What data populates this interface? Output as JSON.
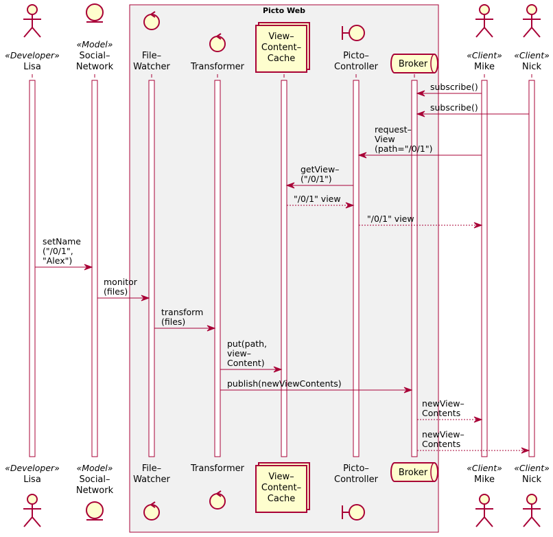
{
  "diagram": {
    "type": "uml-sequence",
    "box": {
      "title": "Picto Web"
    },
    "participants": [
      {
        "id": "lisa",
        "kind": "actor",
        "stereotype": "«Developer»",
        "name_lines": [
          "Lisa"
        ]
      },
      {
        "id": "social_network",
        "kind": "entity",
        "stereotype": "«Model»",
        "name_lines": [
          "Social–",
          "Network"
        ]
      },
      {
        "id": "file_watcher",
        "kind": "control",
        "stereotype": "",
        "name_lines": [
          "File–",
          "Watcher"
        ]
      },
      {
        "id": "transformer",
        "kind": "control",
        "stereotype": "",
        "name_lines": [
          "Transformer"
        ]
      },
      {
        "id": "view_content_cache",
        "kind": "collections",
        "stereotype": "",
        "name_lines": [
          "View–",
          "Content–",
          "Cache"
        ]
      },
      {
        "id": "picto_controller",
        "kind": "boundary",
        "stereotype": "",
        "name_lines": [
          "Picto–",
          "Controller"
        ]
      },
      {
        "id": "broker",
        "kind": "queue",
        "stereotype": "",
        "name_lines": [
          "Broker"
        ]
      },
      {
        "id": "mike",
        "kind": "actor",
        "stereotype": "«Client»",
        "name_lines": [
          "Mike"
        ]
      },
      {
        "id": "nick",
        "kind": "actor",
        "stereotype": "«Client»",
        "name_lines": [
          "Nick"
        ]
      }
    ],
    "messages": [
      {
        "from": "mike",
        "to": "broker",
        "style": "solid",
        "label_lines": [
          "subscribe()"
        ]
      },
      {
        "from": "nick",
        "to": "broker",
        "style": "solid",
        "label_lines": [
          "subscribe()"
        ]
      },
      {
        "from": "mike",
        "to": "picto_controller",
        "style": "solid",
        "label_lines": [
          "request–",
          "View",
          "(path=\"/0/1\")"
        ]
      },
      {
        "from": "picto_controller",
        "to": "view_content_cache",
        "style": "solid",
        "label_lines": [
          "getView–",
          "(\"/0/1\")"
        ]
      },
      {
        "from": "view_content_cache",
        "to": "picto_controller",
        "style": "dashed",
        "label_lines": [
          "\"/0/1\" view"
        ]
      },
      {
        "from": "picto_controller",
        "to": "mike",
        "style": "dashed",
        "label_lines": [
          "\"/0/1\" view"
        ]
      },
      {
        "from": "lisa",
        "to": "social_network",
        "style": "solid",
        "label_lines": [
          "setName",
          "(\"/0/1\",",
          "\"Alex\")"
        ]
      },
      {
        "from": "social_network",
        "to": "file_watcher",
        "style": "solid",
        "label_lines": [
          "monitor",
          "(files)"
        ]
      },
      {
        "from": "file_watcher",
        "to": "transformer",
        "style": "solid",
        "label_lines": [
          "transform",
          "(files)"
        ]
      },
      {
        "from": "transformer",
        "to": "view_content_cache",
        "style": "solid",
        "label_lines": [
          "put(path,",
          "view–",
          "Content)"
        ]
      },
      {
        "from": "transformer",
        "to": "broker",
        "style": "solid",
        "label_lines": [
          "publish(newViewContents)"
        ]
      },
      {
        "from": "broker",
        "to": "mike",
        "style": "dashed",
        "label_lines": [
          "newView–",
          "Contents"
        ]
      },
      {
        "from": "broker",
        "to": "nick",
        "style": "dashed",
        "label_lines": [
          "newView–",
          "Contents"
        ]
      }
    ],
    "colors": {
      "line": "#A80036",
      "participant_fill": "#FEFECE",
      "box_fill": "#F1F1F1",
      "box_border": "#A80036"
    }
  }
}
